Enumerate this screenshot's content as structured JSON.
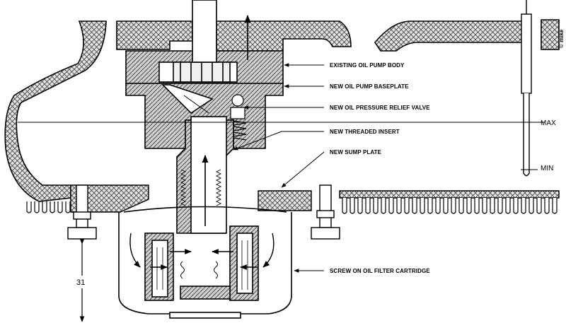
{
  "labels": {
    "existing_pump_body": "EXISTING OIL PUMP BODY",
    "new_baseplate": "NEW OIL PUMP BASEPLATE",
    "relief_valve": "NEW OIL PRESSURE RELIEF VALVE",
    "threaded_insert": "NEW THREADED INSERT",
    "sump_plate": "NEW SUMP PLATE",
    "filter_cartridge": "SCREW ON OIL FILTER CARTRIDGE"
  },
  "dipstick": {
    "max_label": "MAX",
    "min_label": "MIN"
  },
  "dimension": {
    "value": "31"
  },
  "credit": {
    "text": "© mike"
  },
  "colors": {
    "ink": "#000000",
    "paper": "#ffffff",
    "section_fill": "#d9d9d9",
    "hatch": "#555555"
  }
}
